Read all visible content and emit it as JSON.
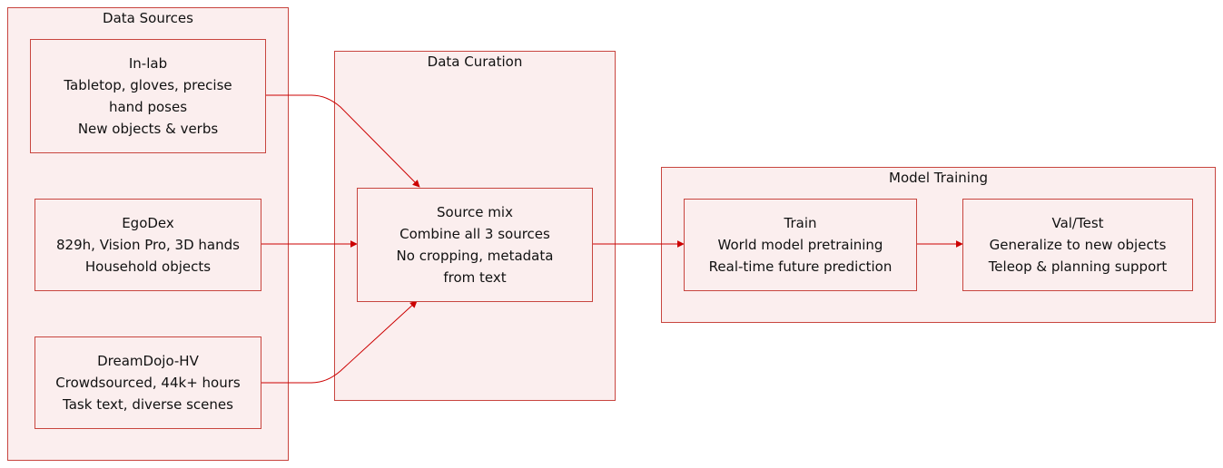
{
  "groups": {
    "data_sources": {
      "title": "Data Sources"
    },
    "data_curation": {
      "title": "Data Curation"
    },
    "model_training": {
      "title": "Model Training"
    }
  },
  "nodes": {
    "in_lab": {
      "lines": [
        "In-lab",
        "Tabletop, gloves, precise",
        "hand poses",
        "New objects & verbs"
      ]
    },
    "egodex": {
      "lines": [
        "EgoDex",
        "829h, Vision Pro, 3D hands",
        "Household objects"
      ]
    },
    "dreamdojo": {
      "lines": [
        "DreamDojo-HV",
        "Crowdsourced, 44k+ hours",
        "Task text, diverse scenes"
      ]
    },
    "source_mix": {
      "lines": [
        "Source mix",
        "Combine all 3 sources",
        "No cropping, metadata",
        "from text"
      ]
    },
    "train": {
      "lines": [
        "Train",
        "World model pretraining",
        "Real-time future prediction"
      ]
    },
    "val_test": {
      "lines": [
        "Val/Test",
        "Generalize to new objects",
        "Teleop & planning support"
      ]
    }
  },
  "colors": {
    "stroke": "#c8453f",
    "fill": "#fbeeee",
    "arrow": "#cc0000"
  }
}
